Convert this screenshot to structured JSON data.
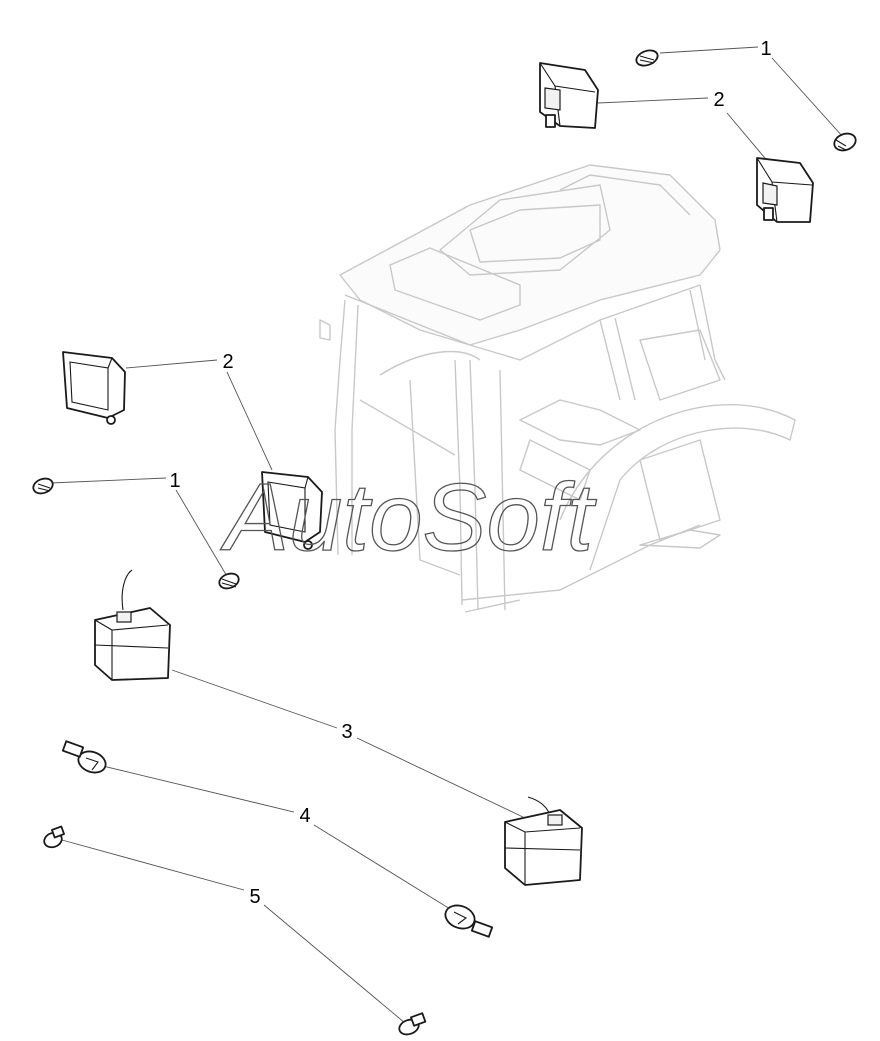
{
  "watermark": {
    "text": "AutoSoft"
  },
  "callouts": [
    {
      "id": "c1a",
      "label": "1"
    },
    {
      "id": "c2a",
      "label": "2"
    },
    {
      "id": "c2b",
      "label": "2"
    },
    {
      "id": "c1b",
      "label": "1"
    },
    {
      "id": "c3",
      "label": "3"
    },
    {
      "id": "c4",
      "label": "4"
    },
    {
      "id": "c5",
      "label": "5"
    }
  ],
  "colors": {
    "line": "#1a1a1a",
    "cab": "#c8c8c8",
    "watermark": "#555555"
  }
}
